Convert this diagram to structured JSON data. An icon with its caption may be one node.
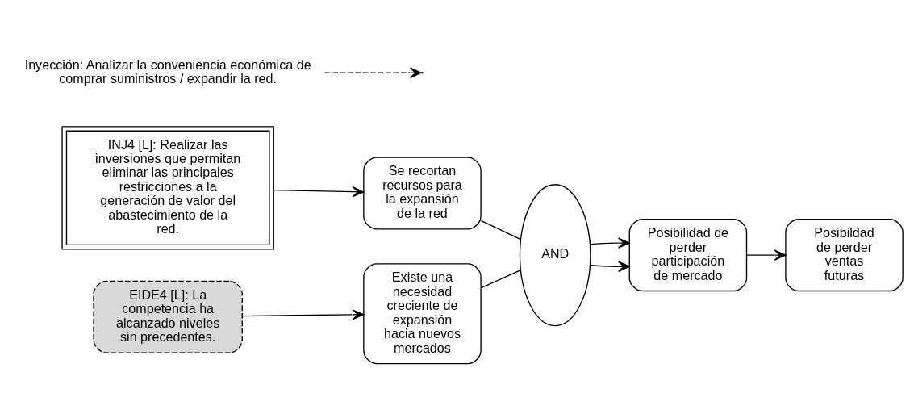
{
  "diagram": {
    "nodes": [
      {
        "text": [
          "INJ4 [L]: Realizar las inversiones que permitan eliminar las principales restricciones a la generación de valor del abastecimiento de la red."
        ]
      },
      {
        "text": [
          "Inyección: Analizar la conveniencia económica de comprar suministros / expandir la red."
        ]
      },
      {
        "text": [
          "Se recortan recursos para la expansión de la red"
        ]
      },
      {
        "text": [
          "AND"
        ]
      },
      {
        "text": [
          "Posibilidad de perder participación de mercado"
        ]
      },
      {
        "text": [
          "Posibildad de perder ventas futuras"
        ]
      },
      {
        "text": [
          "EIDE4 [L]: La competencia ha alcanzado niveles sin precedentes."
        ]
      },
      {
        "text": [
          "Existe una necesidad creciente de expansión hacia nuevos mercados"
        ]
      }
    ],
    "edges": [
      {
        "from": 0,
        "to": 2,
        "arrow": "to"
      },
      {
        "from": 1,
        "to": null,
        "arrow": "to",
        "style": "dashed"
      },
      {
        "from": 2,
        "to": 3,
        "arrow": "none"
      },
      {
        "from": 7,
        "to": 3,
        "arrow": "none"
      },
      {
        "from": 3,
        "to": 4,
        "arrow": "to"
      },
      {
        "from": 3,
        "to": 4,
        "arrow": "to"
      },
      {
        "from": 4,
        "to": 5,
        "arrow": "to"
      },
      {
        "from": 6,
        "to": 7,
        "arrow": "to"
      }
    ]
  }
}
